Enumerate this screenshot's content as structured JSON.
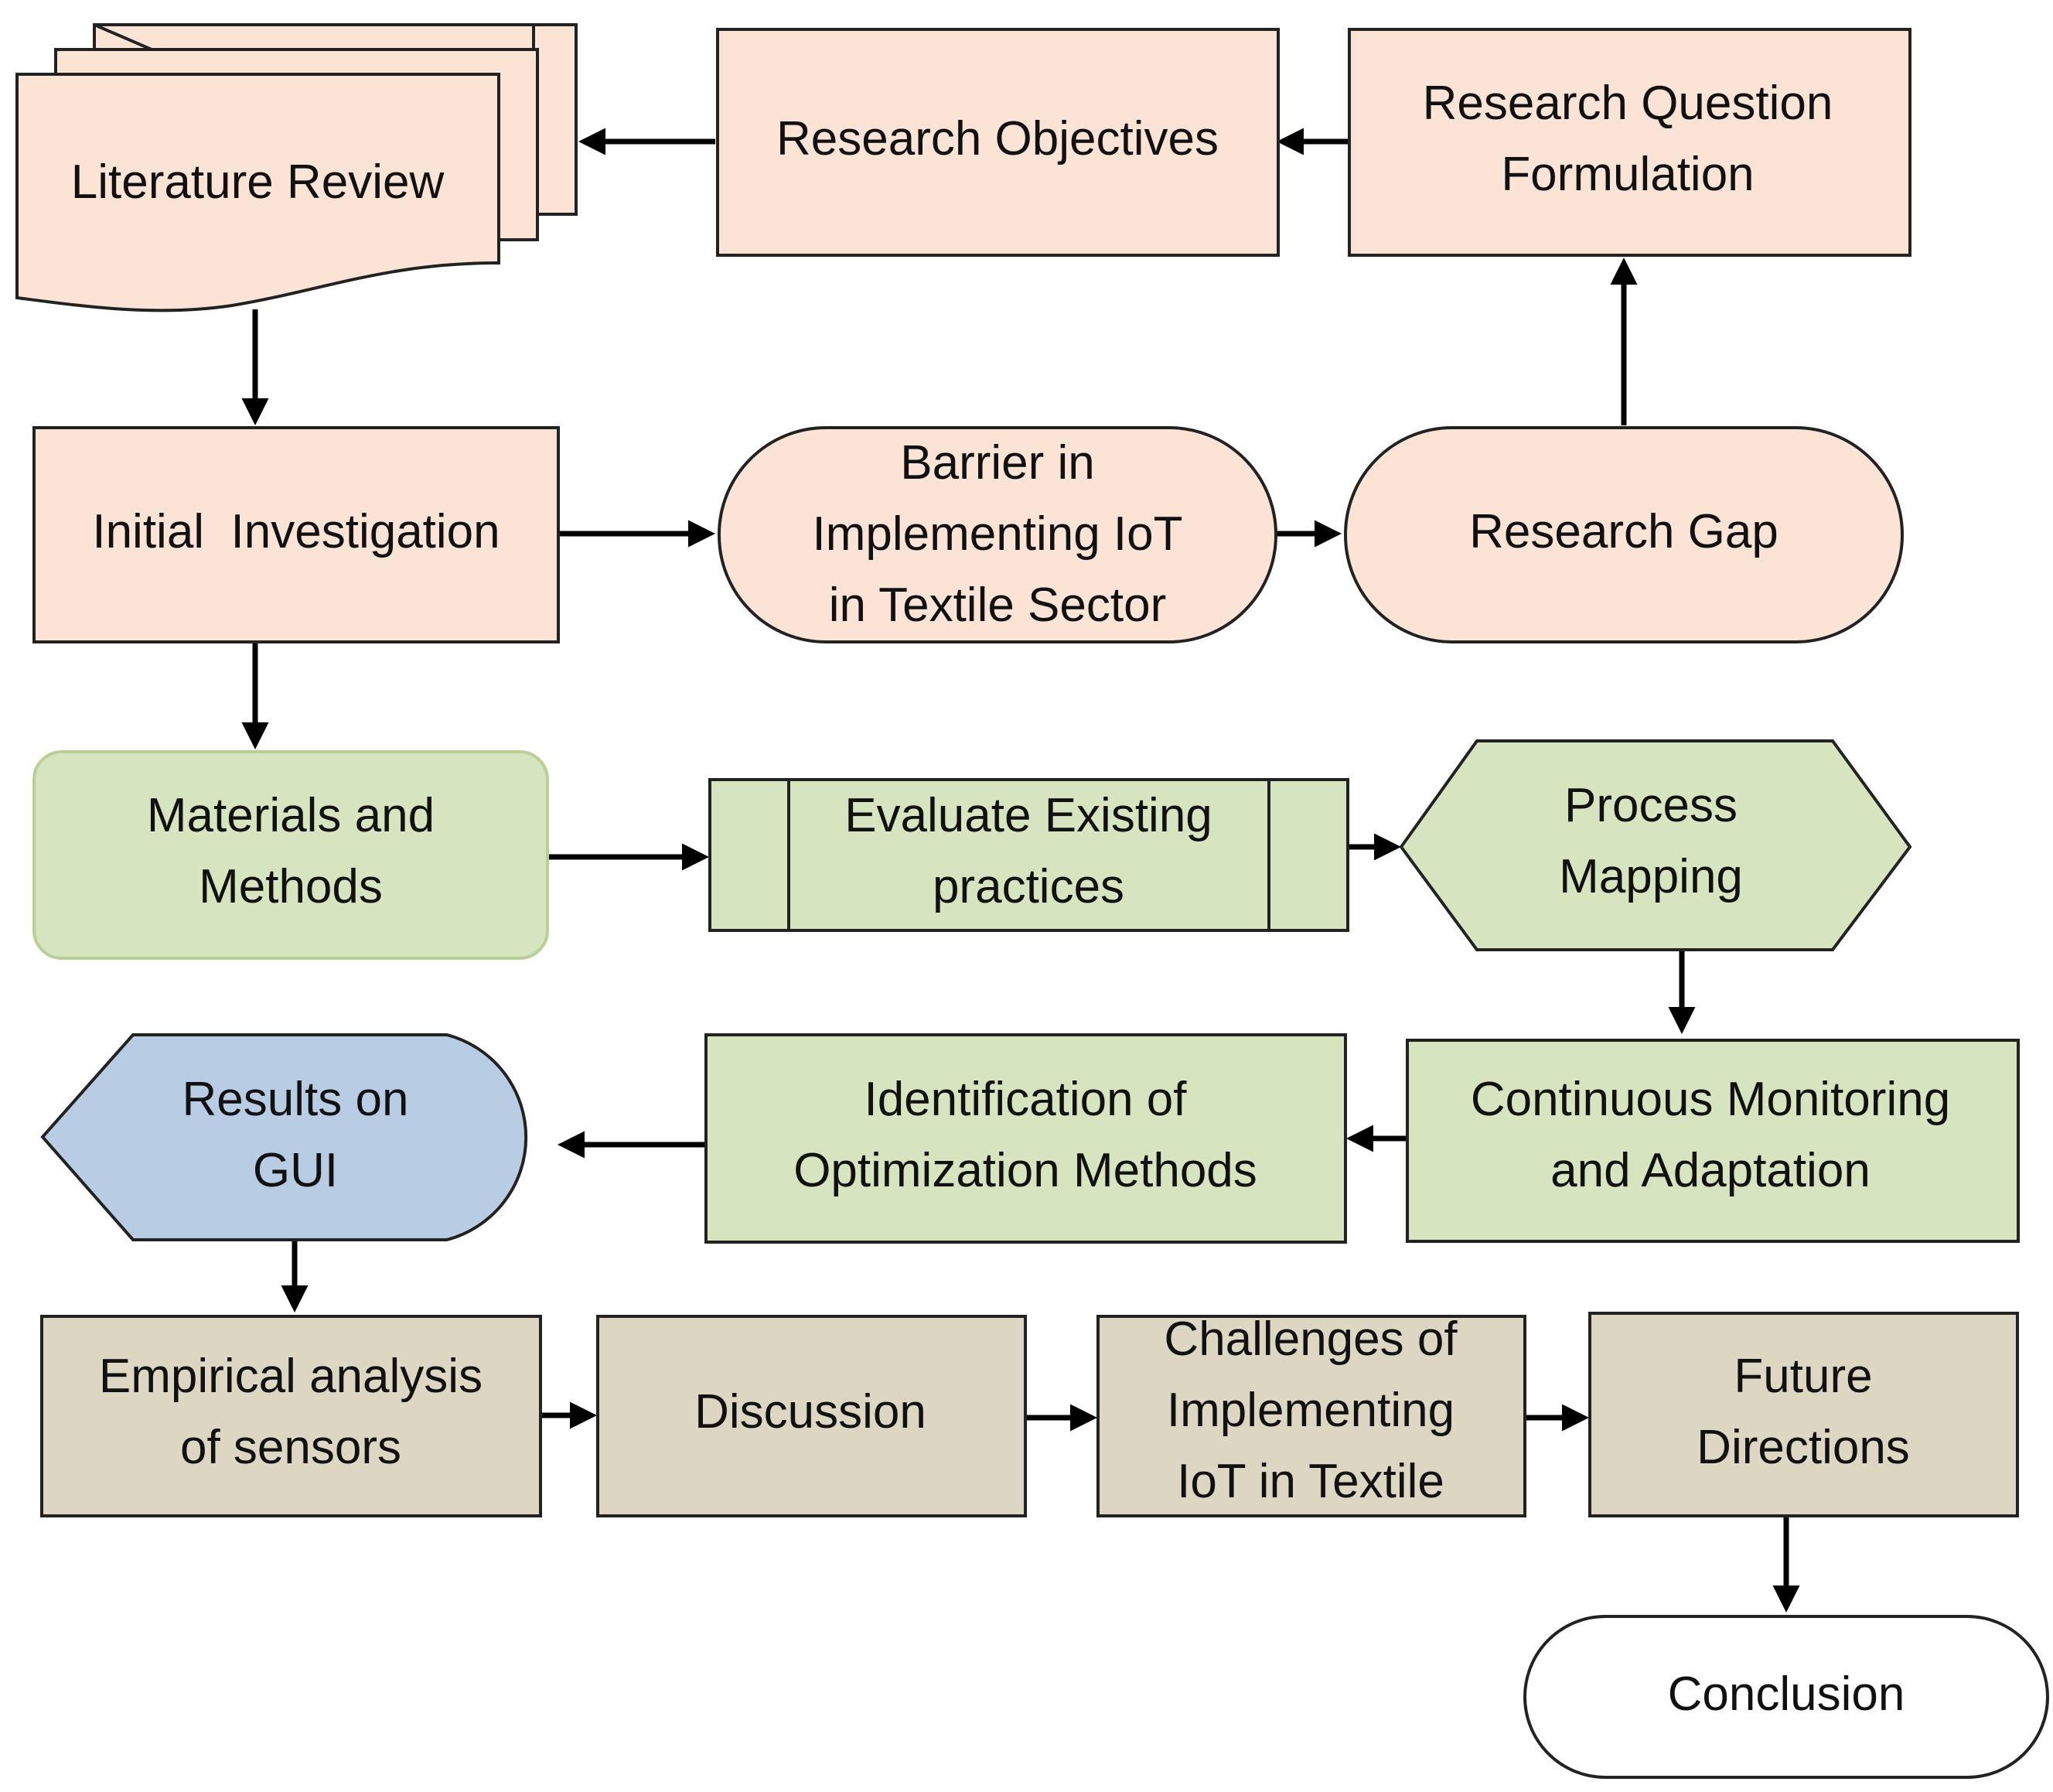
{
  "colors": {
    "peach": "#fbe4d6",
    "green": "#d6e4bf",
    "blue": "#b8cce4",
    "tan": "#dcd6c2",
    "white": "#ffffff",
    "outline": "#222222"
  },
  "nodes": {
    "literature_review": {
      "lines": [
        "Literature Review"
      ]
    },
    "research_objectives": {
      "lines": [
        "Research Objectives"
      ]
    },
    "research_question": {
      "lines": [
        "Research Question",
        "Formulation"
      ]
    },
    "initial_investigation": {
      "lines": [
        "Initial  Investigation"
      ]
    },
    "barrier": {
      "lines": [
        "Barrier in",
        "Implementing IoT",
        "in Textile Sector"
      ]
    },
    "research_gap": {
      "lines": [
        "Research Gap"
      ]
    },
    "materials_methods": {
      "lines": [
        "Materials and",
        "Methods"
      ]
    },
    "evaluate_practices": {
      "lines": [
        "Evaluate Existing",
        "practices"
      ]
    },
    "process_mapping": {
      "lines": [
        "Process",
        "Mapping"
      ]
    },
    "results_gui": {
      "lines": [
        "Results on",
        "GUI"
      ]
    },
    "identification": {
      "lines": [
        "Identification of",
        "Optimization Methods"
      ]
    },
    "continuous_monitoring": {
      "lines": [
        "Continuous Monitoring",
        "and Adaptation"
      ]
    },
    "empirical_analysis": {
      "lines": [
        "Empirical analysis",
        "of sensors"
      ]
    },
    "discussion": {
      "lines": [
        "Discussion"
      ]
    },
    "challenges": {
      "lines": [
        "Challenges of",
        "Implementing",
        "IoT in Textile"
      ]
    },
    "future_directions": {
      "lines": [
        "Future",
        "Directions"
      ]
    },
    "conclusion": {
      "lines": [
        "Conclusion"
      ]
    }
  }
}
